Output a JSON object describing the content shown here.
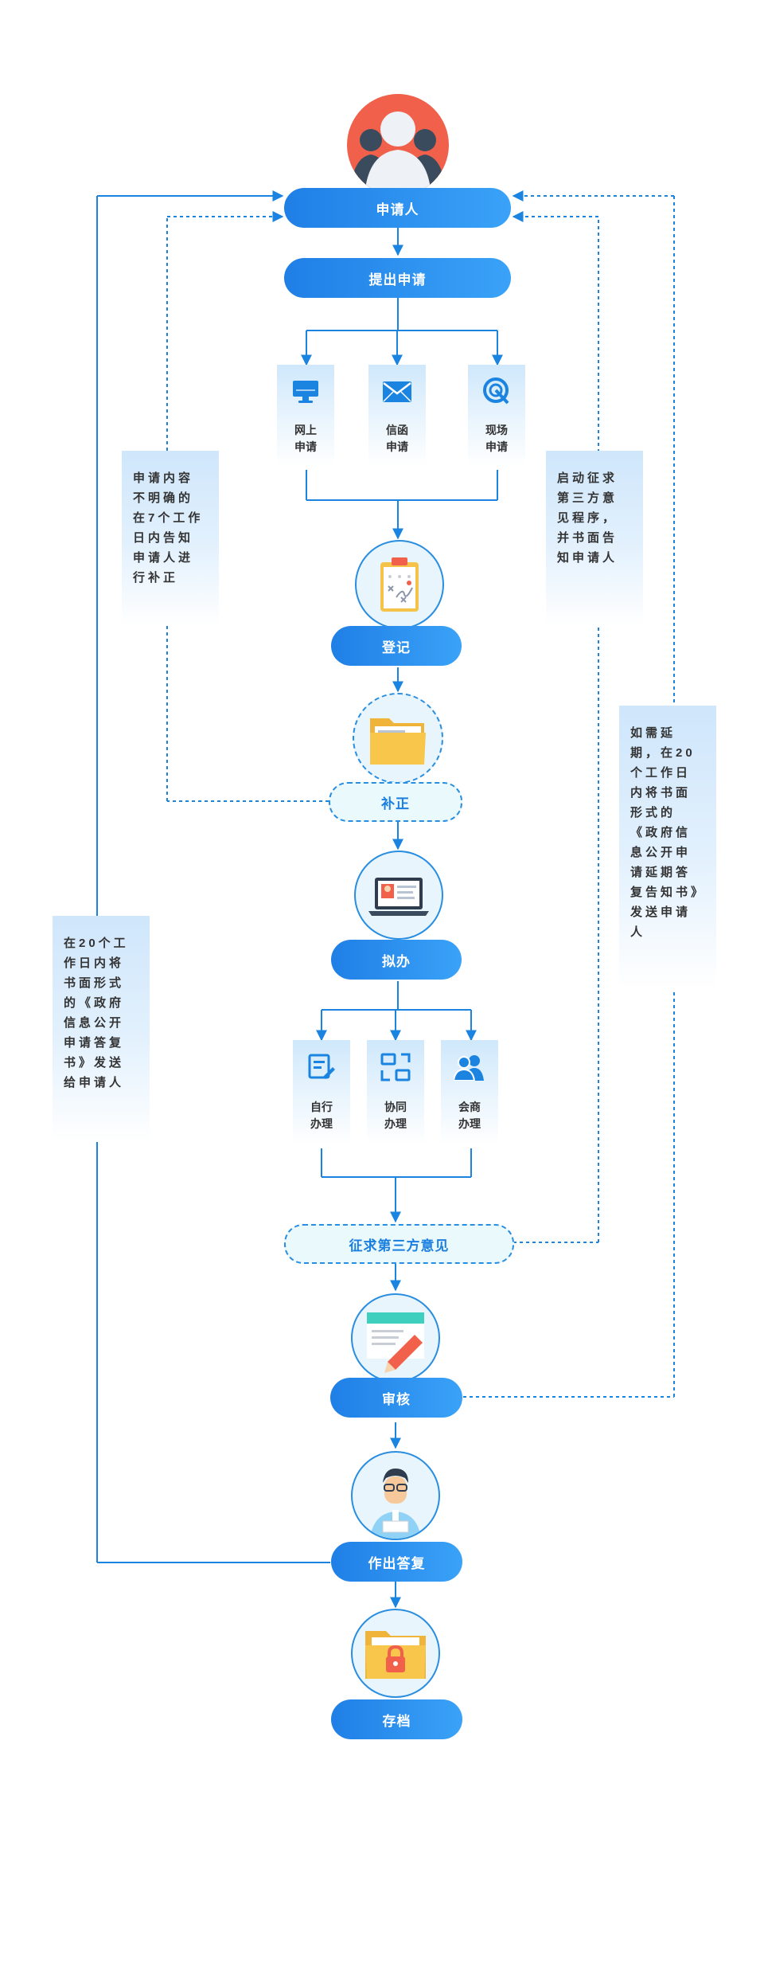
{
  "nodes": {
    "applicant": "申请人",
    "submit": "提出申请",
    "register": "登记",
    "supplement": "补正",
    "draft": "拟办",
    "third_party": "征求第三方意见",
    "review": "审核",
    "reply": "作出答复",
    "archive": "存档"
  },
  "apply_methods": [
    {
      "line1": "网上",
      "line2": "申请",
      "icon": "monitor-icon"
    },
    {
      "line1": "信函",
      "line2": "申请",
      "icon": "envelope-icon"
    },
    {
      "line1": "现场",
      "line2": "申请",
      "icon": "location-icon"
    }
  ],
  "handle_methods": [
    {
      "line1": "自行",
      "line2": "办理",
      "icon": "edit-icon"
    },
    {
      "line1": "协同",
      "line2": "办理",
      "icon": "network-icon"
    },
    {
      "line1": "会商",
      "line2": "办理",
      "icon": "people-icon"
    }
  ],
  "notes": {
    "unclear": "申请内容不明确的在7个工作日内告知申请人进行补正",
    "third_party": "启动征求第三方意见程序，并书面告知申请人",
    "extension": "如需延期，在20个工作日内将书面形式的《政府信息公开申请延期答复告知书》发送申请人",
    "reply_20days": "在20个工作日内将书面形式的《政府信息公开申请答复书》发送给申请人"
  },
  "colors": {
    "primary": "#2a8ee0",
    "pill_start": "#1f7fe6",
    "pill_end": "#3aa2f8",
    "avatar_bg": "#f0604a",
    "folder": "#f7c64a"
  }
}
